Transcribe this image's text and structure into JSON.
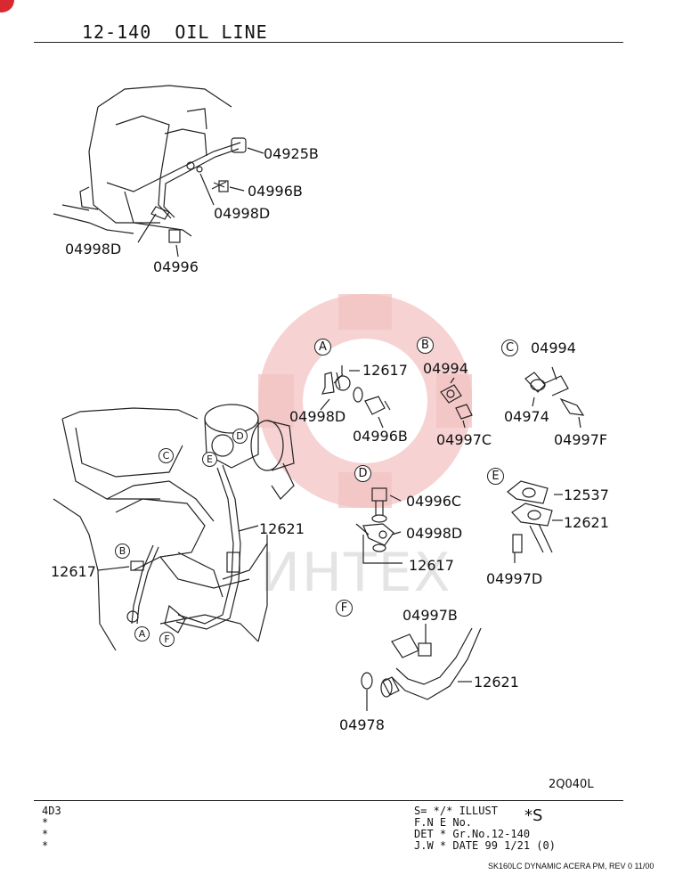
{
  "header": {
    "title": "12-140  OIL LINE"
  },
  "watermark": {
    "text": "ИНТЕХ"
  },
  "top_assembly": {
    "labels": [
      "04925B",
      "04996B",
      "04998D",
      "04998D",
      "04996"
    ]
  },
  "main_assembly": {
    "callouts": [
      "C",
      "D",
      "E",
      "B",
      "A",
      "F"
    ],
    "labels": [
      "12621",
      "12617"
    ]
  },
  "detail_a": {
    "letter": "A",
    "labels": [
      "12617",
      "04998D",
      "04996B"
    ]
  },
  "detail_b": {
    "letter": "B",
    "labels": [
      "04994",
      "04997C"
    ]
  },
  "detail_c": {
    "letter": "C",
    "labels": [
      "04994",
      "04974",
      "04997F"
    ]
  },
  "detail_d": {
    "letter": "D",
    "labels": [
      "04996C",
      "04998D",
      "12617"
    ]
  },
  "detail_e": {
    "letter": "E",
    "labels": [
      "12537",
      "12621",
      "04997D"
    ]
  },
  "detail_f": {
    "letter": "F",
    "labels": [
      "04997B",
      "12621",
      "04978"
    ]
  },
  "drawing_code": "2Q040L",
  "footer": {
    "left": [
      "4D3",
      "*",
      "*",
      "*"
    ],
    "right_lines": [
      "S= */*  ILLUST",
      "F.N E     No.",
      "DET *    Gr.No.12-140",
      "J.W *     DATE  99  1/21    (0)"
    ],
    "illust_no": "*S",
    "source": "SK160LC DYNAMIC ACERA PM, REV  0  11/00"
  }
}
